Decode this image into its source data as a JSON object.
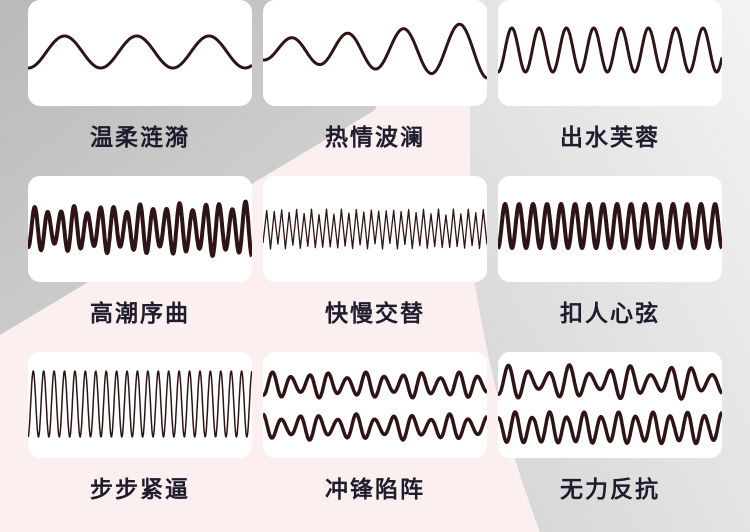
{
  "modes": [
    {
      "label": "温柔涟漪"
    },
    {
      "label": "热情波澜"
    },
    {
      "label": "出水芙蓉"
    },
    {
      "label": "高潮序曲"
    },
    {
      "label": "快慢交替"
    },
    {
      "label": "扣人心弦"
    },
    {
      "label": "步步紧逼"
    },
    {
      "label": "冲锋陷阵"
    },
    {
      "label": "无力反抗"
    }
  ],
  "colors": {
    "wave": "#2e1414",
    "pink": "#fcefef",
    "gray": "#c4c4c4"
  }
}
